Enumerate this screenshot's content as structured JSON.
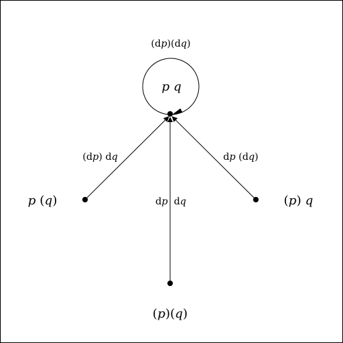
{
  "diagram": {
    "center_node": {
      "label_p": "p",
      "label_q": "q"
    },
    "loop_label": {
      "part1": "(d",
      "var1": "p",
      "part2": ")(d",
      "var2": "q",
      "part3": ")"
    },
    "left_node": {
      "var1": "p",
      "part1": " (",
      "var2": "q",
      "part2": ")"
    },
    "right_node": {
      "part1": "(",
      "var1": "p",
      "part2": ") ",
      "var2": "q"
    },
    "bottom_node": {
      "part1": "(",
      "var1": "p",
      "part2": ")(",
      "var2": "q",
      "part3": ")"
    },
    "edge_left_label": {
      "part1": "(d",
      "var1": "p",
      "part2": ") d",
      "var2": "q"
    },
    "edge_right_label": {
      "part1": "d",
      "var1": "p",
      "part2": " (d",
      "var2": "q",
      "part3": ")"
    },
    "edge_bottom_label": {
      "part1": "d",
      "var1": "p",
      "part2": "  d",
      "var2": "q"
    }
  }
}
